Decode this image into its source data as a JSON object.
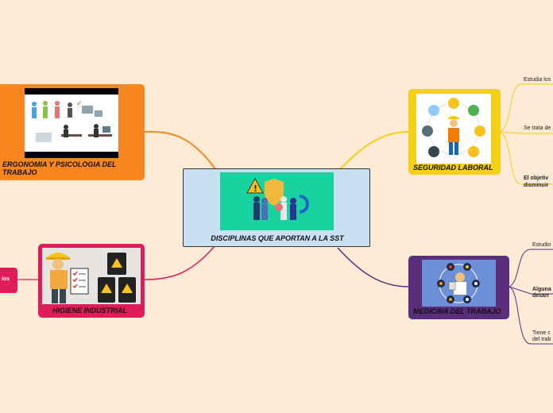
{
  "central": {
    "title": "DISCIPLINAS QUE APORTAN A LA SST",
    "color": "#c9dff2",
    "image_bg": "#18d3a0"
  },
  "topics": {
    "ergonomia": {
      "title": "ERGONOMIA Y PSICOLOGIA DEL TRABAJO",
      "color": "#f7861f",
      "line_color": "#f7861f"
    },
    "higiene": {
      "title": "HIGIENE INDUSTRIAL",
      "color": "#e01d5a",
      "line_color": "#e01d5a",
      "subtopic": "ios"
    },
    "seguridad": {
      "title": "SEGURIDAD LABORAL",
      "color": "#f6cf17",
      "line_color": "#f6cf17",
      "subtopics": [
        "Estudia los",
        "Se trata de",
        "El objetiv",
        "disminuir"
      ]
    },
    "medicina": {
      "title": "MEDICINA DEL TRABAJO",
      "color": "#5a2e7a",
      "line_color": "#5a2e7a",
      "subtopics": [
        "Estudio",
        "Alguna",
        "desarr",
        "Tiene c",
        "del trab"
      ]
    }
  }
}
